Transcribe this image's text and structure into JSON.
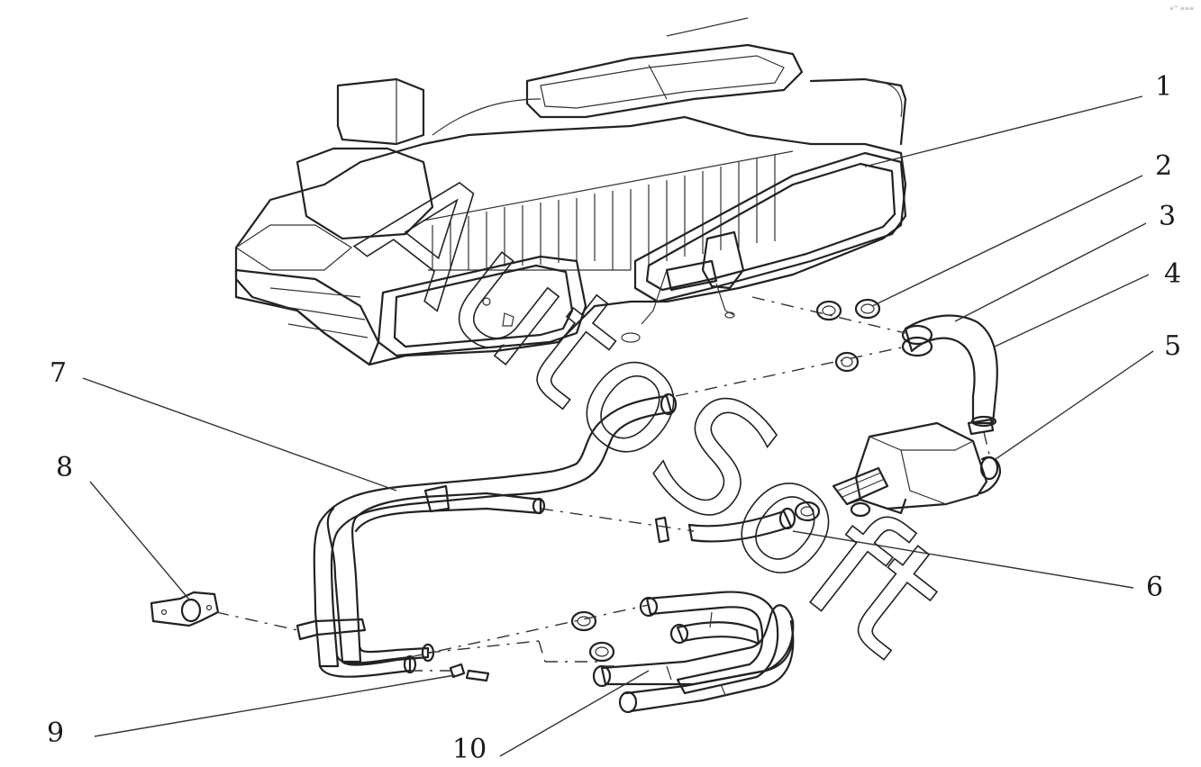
{
  "diagram": {
    "corner_mark": "a™ ≡≡≡",
    "watermark_text": "AutoSoft",
    "callouts": [
      {
        "id": "1",
        "label": "1"
      },
      {
        "id": "2",
        "label": "2"
      },
      {
        "id": "3",
        "label": "3"
      },
      {
        "id": "4",
        "label": "4"
      },
      {
        "id": "5",
        "label": "5"
      },
      {
        "id": "6",
        "label": "6"
      },
      {
        "id": "7",
        "label": "7"
      },
      {
        "id": "8",
        "label": "8"
      },
      {
        "id": "9",
        "label": "9"
      },
      {
        "id": "10",
        "label": "10"
      }
    ]
  },
  "colors": {
    "line": "#222222",
    "background": "#ffffff"
  }
}
